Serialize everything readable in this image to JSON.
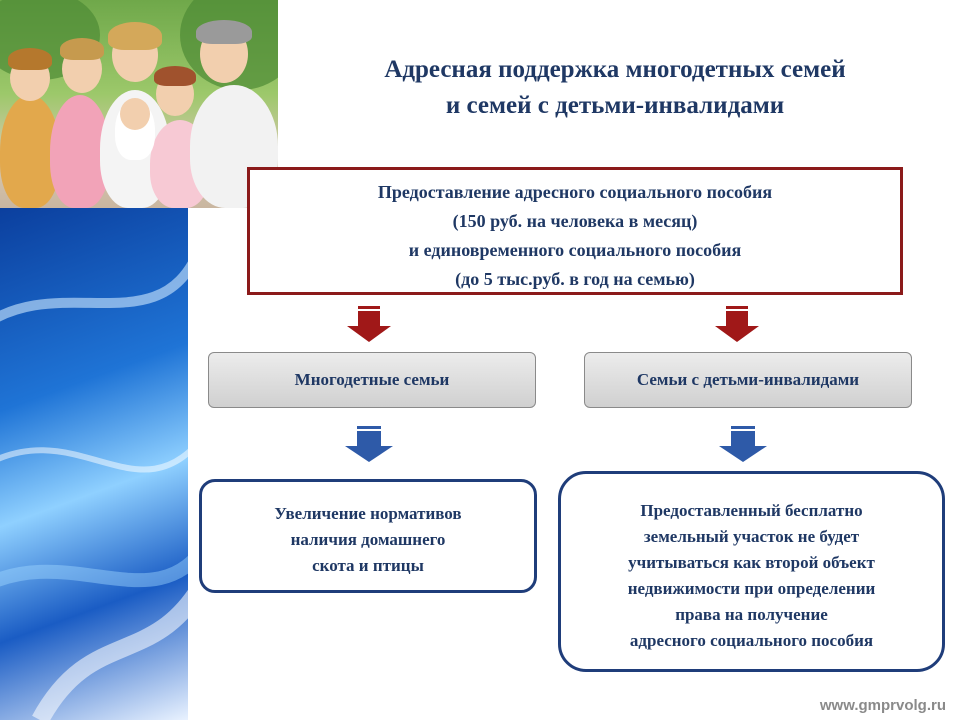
{
  "title_lines": [
    "Адресная поддержка многодетных семей",
    "и семей с детьми-инвалидами"
  ],
  "top_box": {
    "lines": [
      "Предоставление адресного социального пособия",
      "(150 руб. на человека в месяц)",
      "и единовременного социального пособия",
      "(до 5 тыс.руб. в год на семью)"
    ]
  },
  "categories": [
    {
      "label": "Многодетные семьи"
    },
    {
      "label": "Семьи с детьми-инвалидами"
    }
  ],
  "outcomes": [
    {
      "lines": [
        "Увеличение нормативов",
        "наличия домашнего",
        "скота и птицы"
      ]
    },
    {
      "lines": [
        "Предоставленный бесплатно",
        "земельный участок не будет",
        "учитываться как второй объект",
        "недвижимости при определении",
        "права на получение",
        "адресного социального пособия"
      ]
    }
  ],
  "footer": "www.gmprvolg.ru",
  "colors": {
    "title": "#1f3864",
    "top_border": "#8b1a1a",
    "red_arrow": "#a01818",
    "blue_arrow": "#2e5aa8",
    "outcome_border": "#1f3d7a"
  }
}
